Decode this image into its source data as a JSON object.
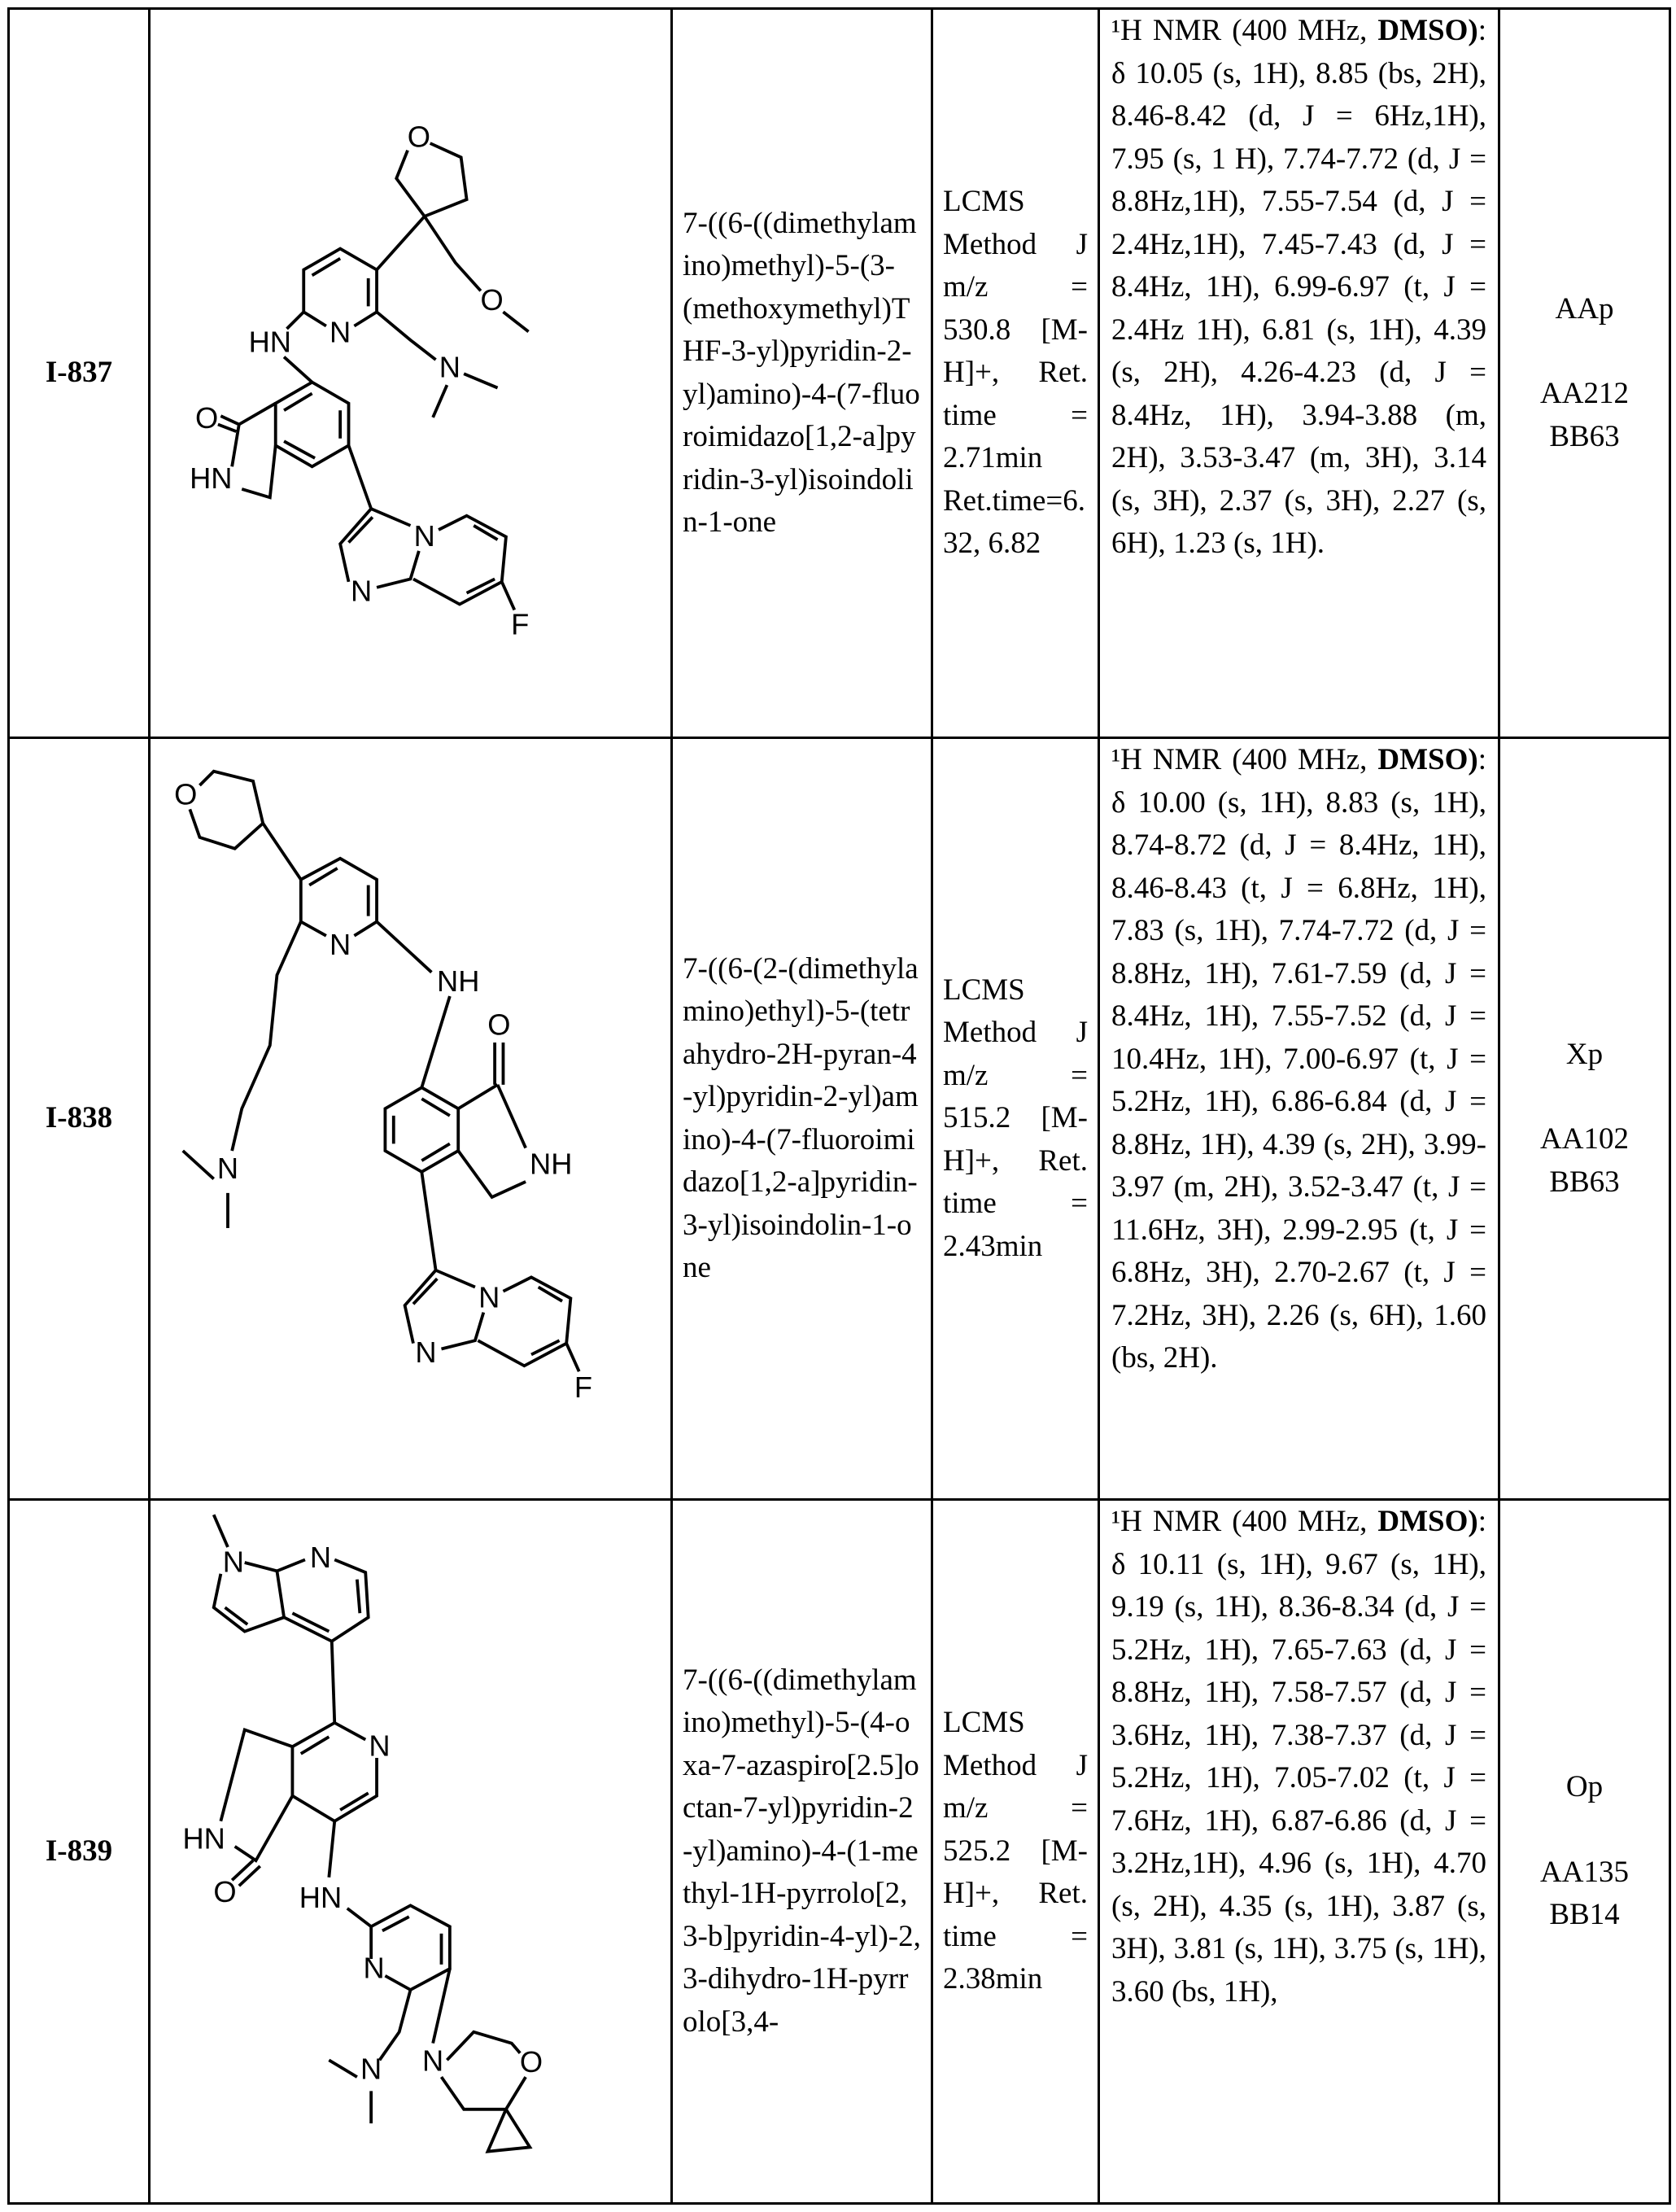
{
  "rows": [
    {
      "id": "I-837",
      "structure_labels": [
        "O",
        "O",
        "N",
        "HN",
        "N",
        "O",
        "HN",
        "N",
        "N",
        "F"
      ],
      "name": "7-((6-((dimethylamino)methyl)-5-(3-(methoxymethyl)THF-3-yl)pyridin-2-yl)amino)-4-(7-fluoroimidazo[1,2-a]pyridin-3-yl)isoindolin-1-one",
      "lcms": "LCMS Method J m/z = 530.8 [M-H]+, Ret. time = 2.71min Ret.time=6.32, 6.82",
      "nmr_prefix": "¹H NMR (400 MHz,",
      "nmr_solvent": "DMSO)",
      "nmr_rest": ": δ 10.05 (s, 1H), 8.85 (bs, 2H), 8.46-8.42 (d, J = 6Hz,1H), 7.95 (s, 1 H), 7.74-7.72 (d, J = 8.8Hz,1H), 7.55-7.54 (d, J = 2.4Hz,1H), 7.45-7.43 (d, J = 8.4Hz, 1H), 6.99-6.97 (t, J = 2.4Hz 1H), 6.81 (s, 1H), 4.39 (s, 2H), 4.26-4.23 (d, J = 8.4Hz, 1H), 3.94-3.88 (m, 2H), 3.53-3.47 (m, 3H), 3.14 (s, 3H), 2.37 (s, 3H), 2.27 (s, 6H), 1.23 (s, 1H).",
      "method": "AAp",
      "reagents": "AA212 BB63"
    },
    {
      "id": "I-838",
      "structure_labels": [
        "O",
        "N",
        "NH",
        "O",
        "NH",
        "N",
        "N",
        "N",
        "F"
      ],
      "name": "7-((6-(2-(dimethylamino)ethyl)-5-(tetrahydro-2H-pyran-4-yl)pyridin-2-yl)amino)-4-(7-fluoroimidazo[1,2-a]pyridin-3-yl)isoindolin-1-one",
      "lcms": "LCMS Method J m/z = 515.2 [M-H]+, Ret. time = 2.43min",
      "nmr_prefix": "¹H NMR (400 MHz,",
      "nmr_solvent": "DMSO)",
      "nmr_rest": ": δ 10.00 (s, 1H), 8.83 (s, 1H), 8.74-8.72 (d, J = 8.4Hz, 1H), 8.46-8.43 (t, J = 6.8Hz, 1H), 7.83 (s, 1H), 7.74-7.72 (d, J = 8.8Hz, 1H), 7.61-7.59 (d, J = 8.4Hz, 1H), 7.55-7.52 (d, J = 10.4Hz, 1H), 7.00-6.97 (t, J = 5.2Hz, 1H), 6.86-6.84 (d, J = 8.8Hz, 1H), 4.39 (s, 2H), 3.99-3.97 (m, 2H), 3.52-3.47 (t, J = 11.6Hz, 3H), 2.99-2.95 (t, J = 6.8Hz, 3H), 2.70-2.67 (t, J = 7.2Hz, 3H), 2.26 (s, 6H), 1.60 (bs, 2H).",
      "method": "Xp",
      "reagents": "AA102 BB63"
    },
    {
      "id": "I-839",
      "structure_labels": [
        "N",
        "N",
        "N",
        "HN",
        "O",
        "HN",
        "N",
        "N",
        "N",
        "O"
      ],
      "name": "7-((6-((dimethylamino)methyl)-5-(4-oxa-7-azaspiro[2.5]octan-7-yl)pyridin-2-yl)amino)-4-(1-methyl-1H-pyrrolo[2,3-b]pyridin-4-yl)-2,3-dihydro-1H-pyrrolo[3,4-",
      "lcms": "LCMS Method J m/z = 525.2 [M-H]+, Ret. time = 2.38min",
      "nmr_prefix": "¹H NMR (400 MHz,",
      "nmr_solvent": "DMSO)",
      "nmr_rest": ": δ 10.11 (s, 1H), 9.67 (s, 1H), 9.19 (s, 1H), 8.36-8.34 (d, J = 5.2Hz, 1H), 7.65-7.63 (d, J = 8.8Hz, 1H), 7.58-7.57 (d, J = 3.6Hz, 1H), 7.38-7.37 (d, J = 5.2Hz, 1H), 7.05-7.02 (t, J = 7.6Hz, 1H), 6.87-6.86 (d, J = 3.2Hz,1H), 4.96 (s, 1H), 4.70 (s, 2H), 4.35 (s, 1H), 3.87 (s, 3H), 3.81 (s, 1H), 3.75 (s, 1H), 3.60 (bs, 1H),",
      "method": "Op",
      "reagents": "AA135 BB14"
    }
  ]
}
